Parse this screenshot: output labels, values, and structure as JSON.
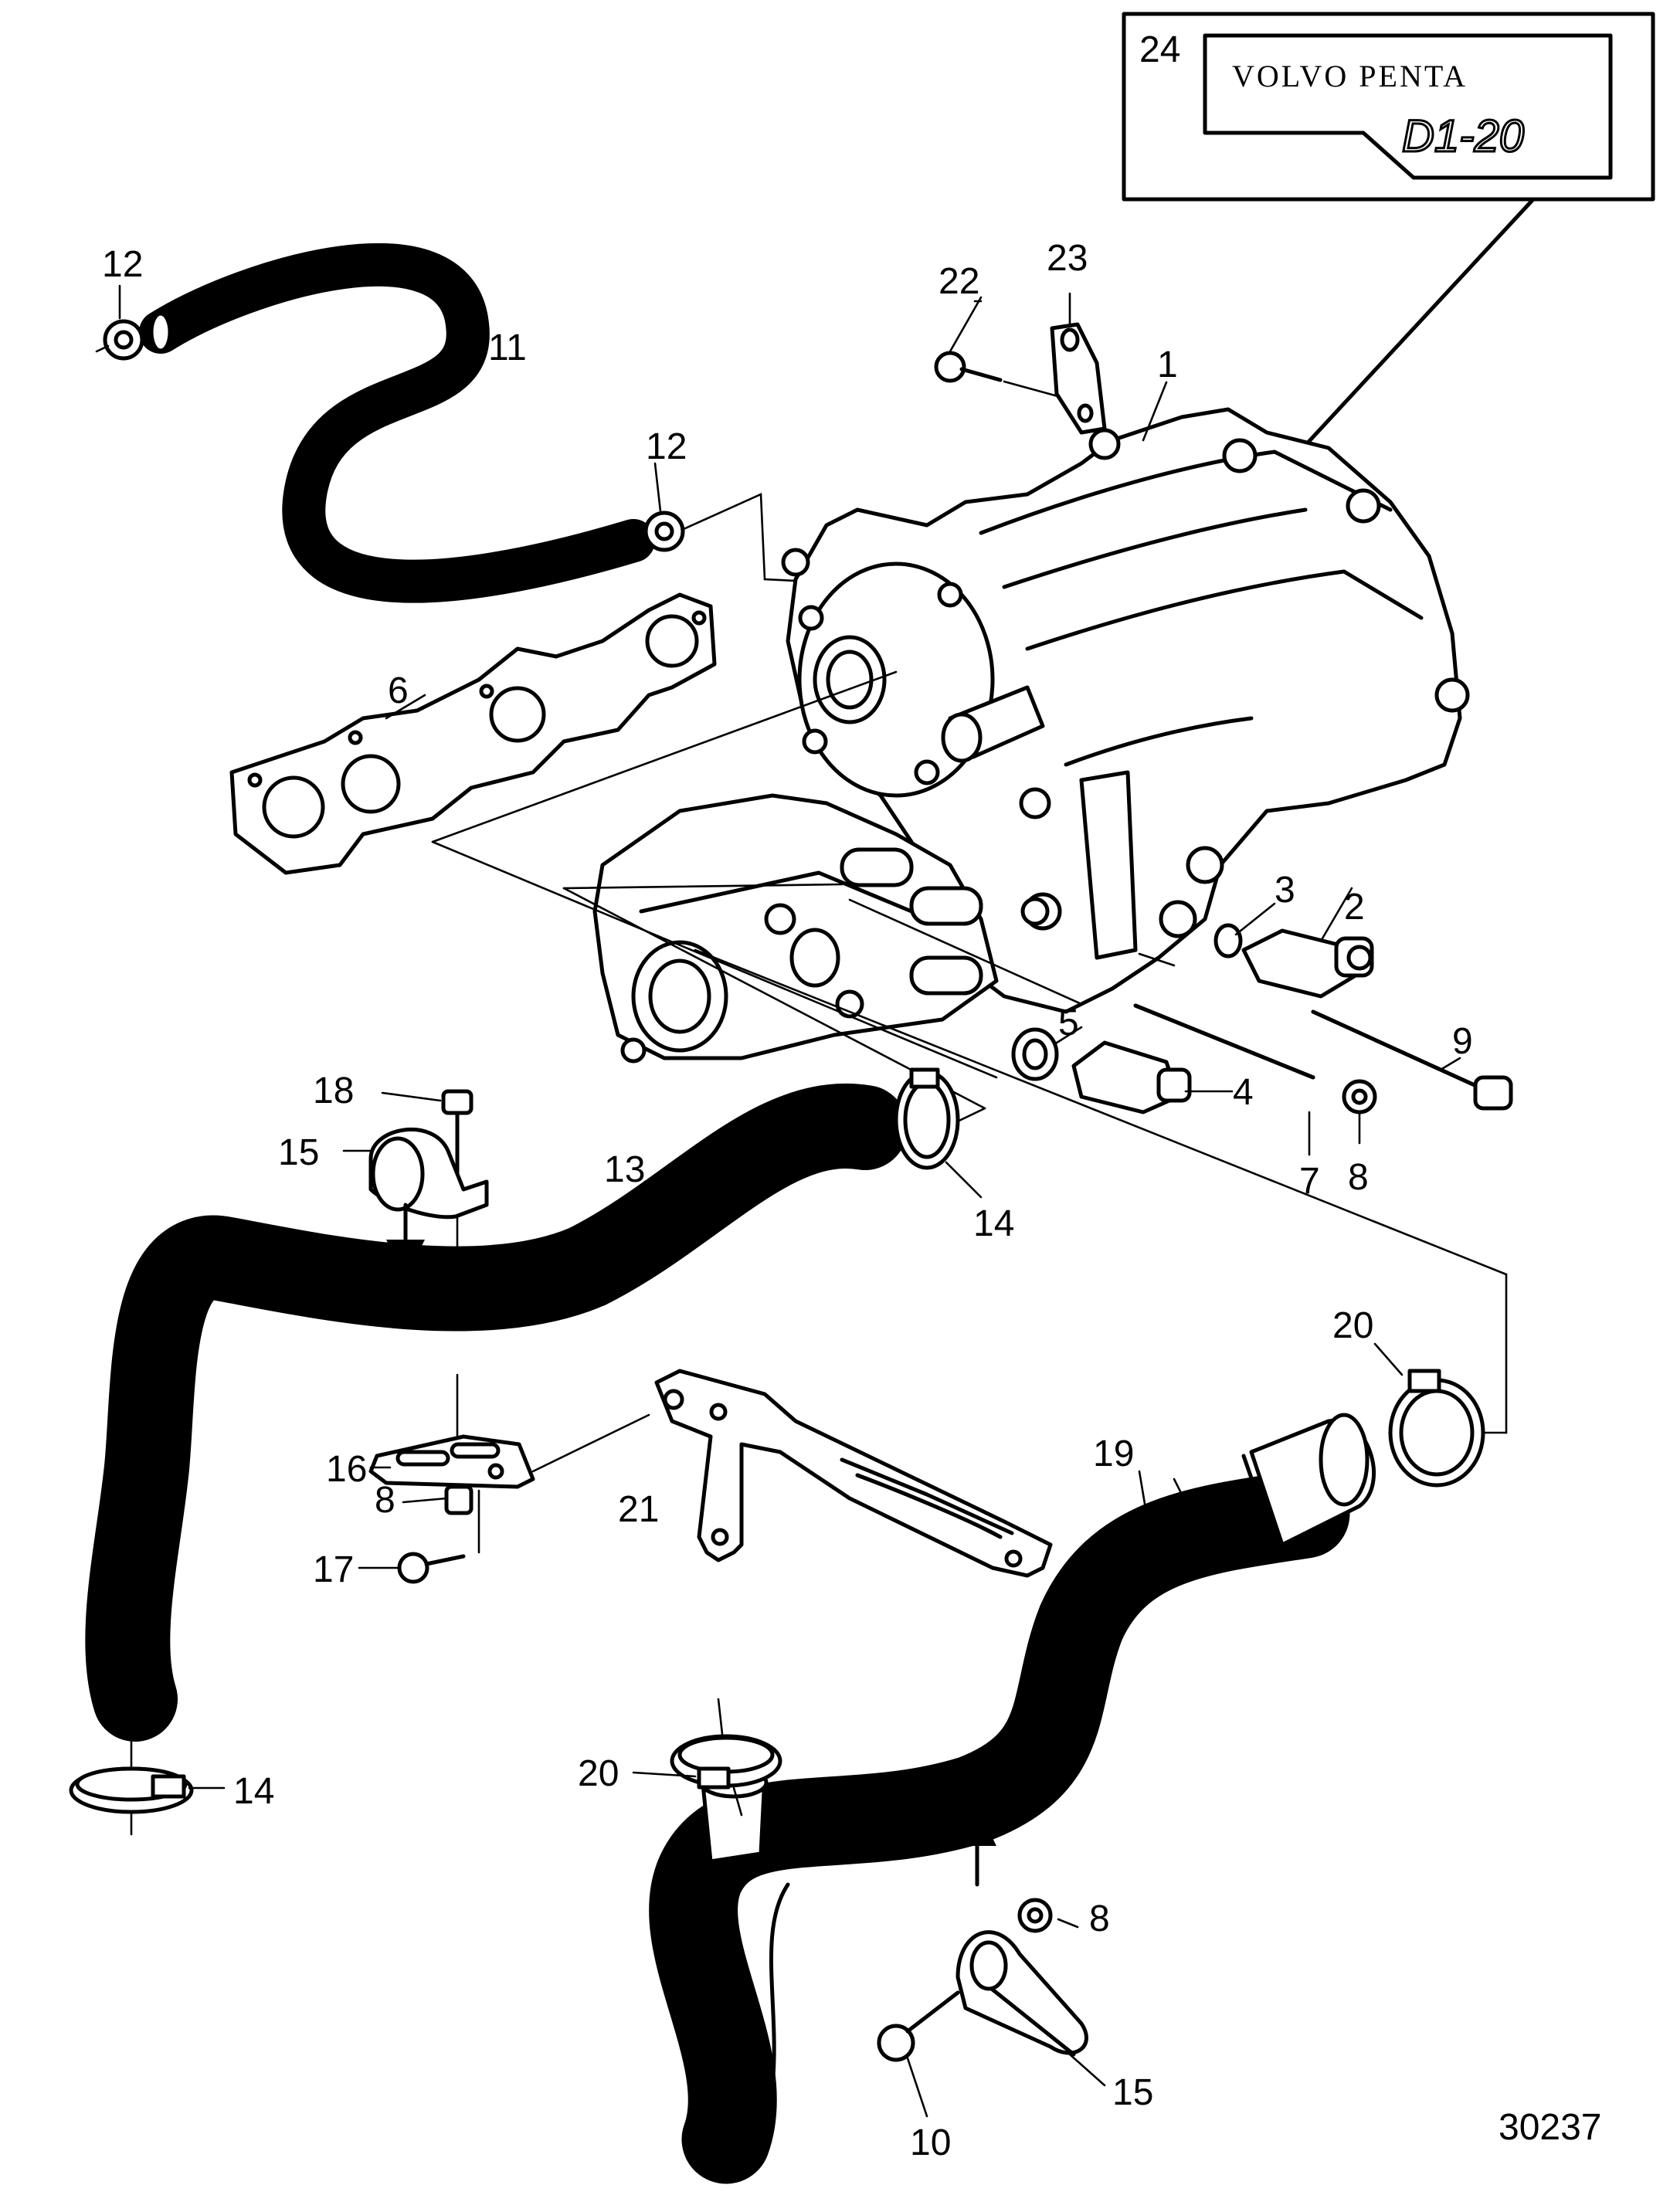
{
  "figure": {
    "number": "30237"
  },
  "decal": {
    "brand": "VOLVO PENTA",
    "model": "D1-20",
    "callout": "24"
  },
  "callouts": [
    {
      "id": "c1",
      "label": "1"
    },
    {
      "id": "c2",
      "label": "2"
    },
    {
      "id": "c3",
      "label": "3"
    },
    {
      "id": "c4",
      "label": "4"
    },
    {
      "id": "c5",
      "label": "5"
    },
    {
      "id": "c6",
      "label": "6"
    },
    {
      "id": "c7",
      "label": "7"
    },
    {
      "id": "c8a",
      "label": "8"
    },
    {
      "id": "c8b",
      "label": "8"
    },
    {
      "id": "c8c",
      "label": "8"
    },
    {
      "id": "c9",
      "label": "9"
    },
    {
      "id": "c10",
      "label": "10"
    },
    {
      "id": "c11",
      "label": "11"
    },
    {
      "id": "c12a",
      "label": "12"
    },
    {
      "id": "c12b",
      "label": "12"
    },
    {
      "id": "c13",
      "label": "13"
    },
    {
      "id": "c14a",
      "label": "14"
    },
    {
      "id": "c14b",
      "label": "14"
    },
    {
      "id": "c15a",
      "label": "15"
    },
    {
      "id": "c15b",
      "label": "15"
    },
    {
      "id": "c16",
      "label": "16"
    },
    {
      "id": "c17",
      "label": "17"
    },
    {
      "id": "c18",
      "label": "18"
    },
    {
      "id": "c19",
      "label": "19"
    },
    {
      "id": "c20a",
      "label": "20"
    },
    {
      "id": "c20b",
      "label": "20"
    },
    {
      "id": "c21",
      "label": "21"
    },
    {
      "id": "c22",
      "label": "22"
    },
    {
      "id": "c23",
      "label": "23"
    }
  ]
}
